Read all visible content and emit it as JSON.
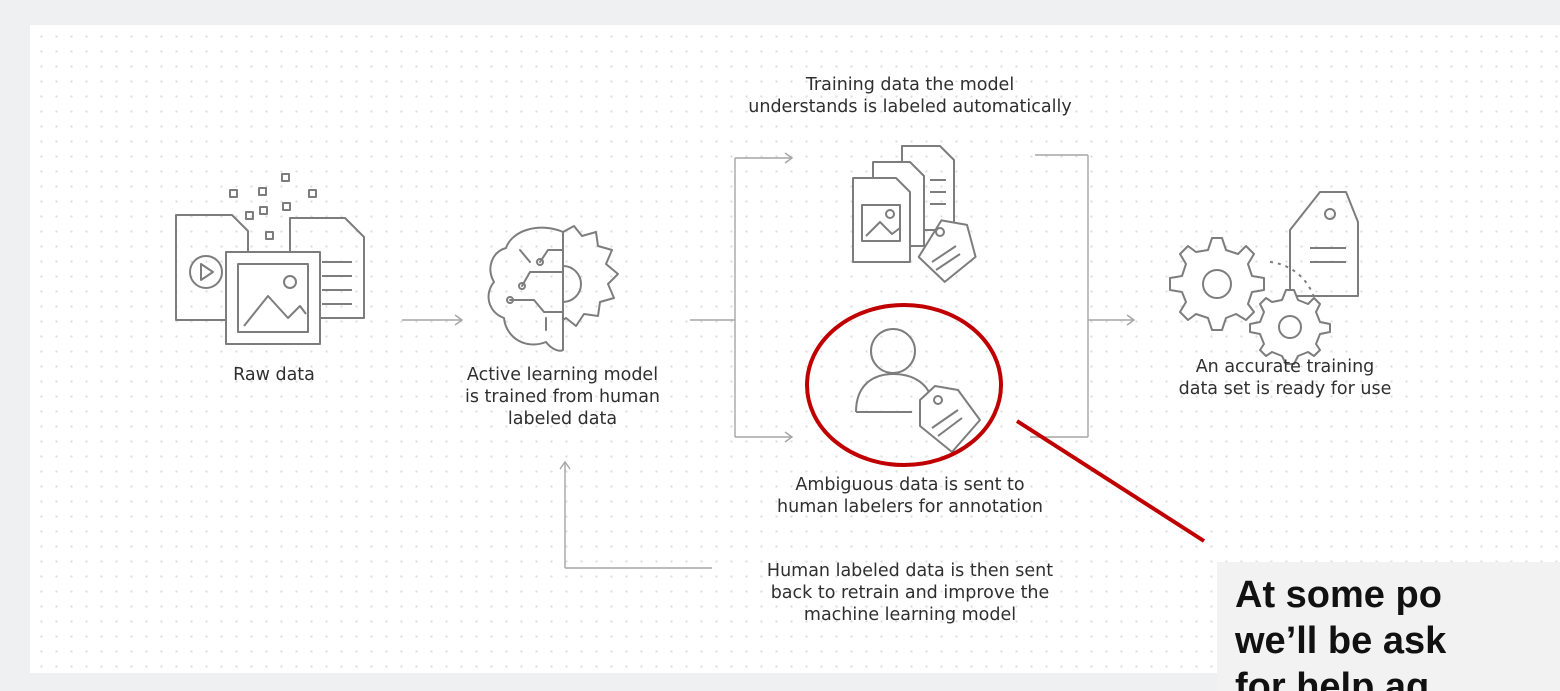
{
  "nodes": {
    "raw_data": {
      "lines": [
        "Raw data"
      ]
    },
    "active_learning": {
      "lines": [
        "Active learning model",
        "is trained from human",
        "labeled data"
      ]
    },
    "auto_labeled": {
      "lines": [
        "Training data the model",
        "understands is labeled automatically"
      ]
    },
    "human_labelers": {
      "lines": [
        "Ambiguous data is sent to",
        "human labelers for annotation"
      ]
    },
    "retrain": {
      "lines": [
        "Human labeled data is then sent",
        "back to retrain and improve the",
        "machine learning model"
      ]
    },
    "accurate_set": {
      "lines": [
        "An accurate training",
        "data set is ready for use"
      ]
    }
  },
  "callout": {
    "lines": [
      "At some po",
      "we’ll be ask",
      "for help ag"
    ]
  },
  "colors": {
    "line": "#9a9a9a",
    "icon": "#7d7d7d",
    "highlight": "#c00000",
    "text": "#2f2f2f"
  },
  "icons": [
    "documents-media-icon",
    "brain-gear-icon",
    "labeled-documents-icon",
    "person-tag-icon",
    "gears-tag-icon"
  ]
}
